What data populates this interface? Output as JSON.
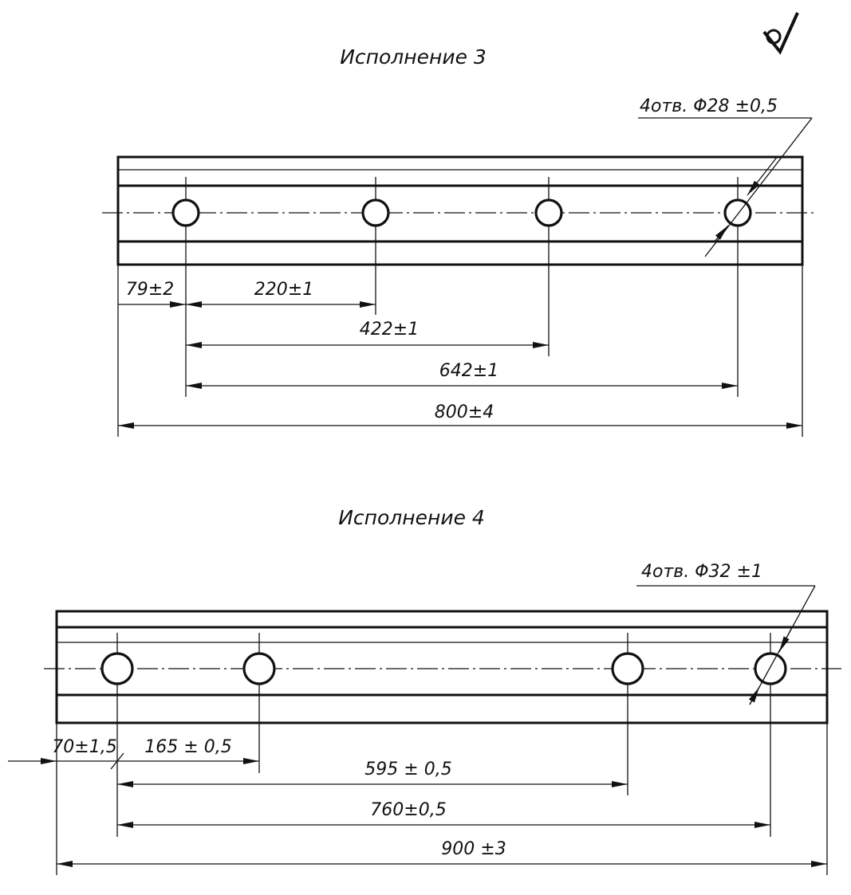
{
  "roughness_symbol": "roughness-mark-icon",
  "variant3": {
    "title": "Исполнение 3",
    "hole_note": "4отв. Φ28 ±0,5",
    "dims": {
      "first_offset": "79±2",
      "d220": "220±1",
      "d422": "422±1",
      "d642": "642±1",
      "total": "800±4"
    }
  },
  "variant4": {
    "title": "Исполнение 4",
    "hole_note": "4отв. Φ32 ±1",
    "dims": {
      "first_offset": "70±1,5",
      "d165": "165 ± 0,5",
      "d595": "595 ± 0,5",
      "d760": "760±0,5",
      "total": "900 ±3"
    }
  }
}
